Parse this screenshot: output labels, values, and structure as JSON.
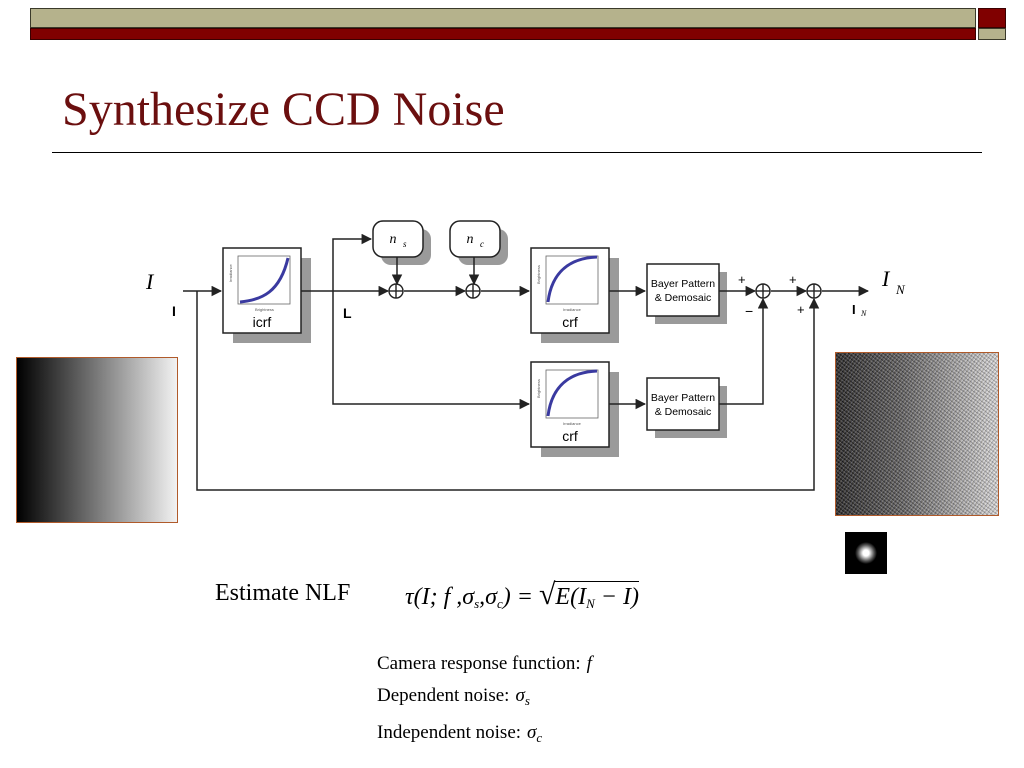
{
  "slide": {
    "title": "Synthesize CCD Noise"
  },
  "diagram": {
    "input_label_italic": "I",
    "input_label_bold": "I",
    "output_label_italic": "I",
    "output_label_italic_sub": "N",
    "output_label_bold": "I",
    "output_label_bold_sub": "N",
    "l_label": "L",
    "icrf_label": "icrf",
    "crf_top_label": "crf",
    "crf_bottom_label": "crf",
    "noise_shot_symbol": "n",
    "noise_shot_sub": "s",
    "noise_read_symbol": "n",
    "noise_read_sub": "c",
    "bayer_top_line1": "Bayer Pattern",
    "bayer_top_line2": "& Demosaic",
    "bayer_bottom_line1": "Bayer Pattern",
    "bayer_bottom_line2": "& Demosaic",
    "sum_plus_top": "+",
    "sum_minus": "−",
    "sum2_plus_top": "+",
    "sum2_plus_bottom": "+",
    "plot_ylabel": "Irradiance",
    "plot_xlabel": "Brightness",
    "plot_ylabel_crf": "Brightness",
    "plot_xlabel_crf": "Irradiance"
  },
  "estimate": {
    "label": "Estimate NLF",
    "formula": {
      "lhs": "τ(I; f ,σ",
      "s": "s",
      "mid": ",σ",
      "c": "c",
      "eq": ") = ",
      "rhs_a": "E(I",
      "N": "N",
      "rhs_b": " − I)"
    }
  },
  "definitions": [
    {
      "text": "Camera response function:",
      "symbol": "f",
      "sub": ""
    },
    {
      "text": "Dependent noise:",
      "symbol": "σ",
      "sub": "s"
    },
    {
      "text": "Independent noise:",
      "symbol": "σ",
      "sub": "c"
    }
  ],
  "colors": {
    "title": "#6b0f0f",
    "curve": "#3a3aa0",
    "bar_olive": "#b5b28c",
    "bar_red": "#800000"
  }
}
